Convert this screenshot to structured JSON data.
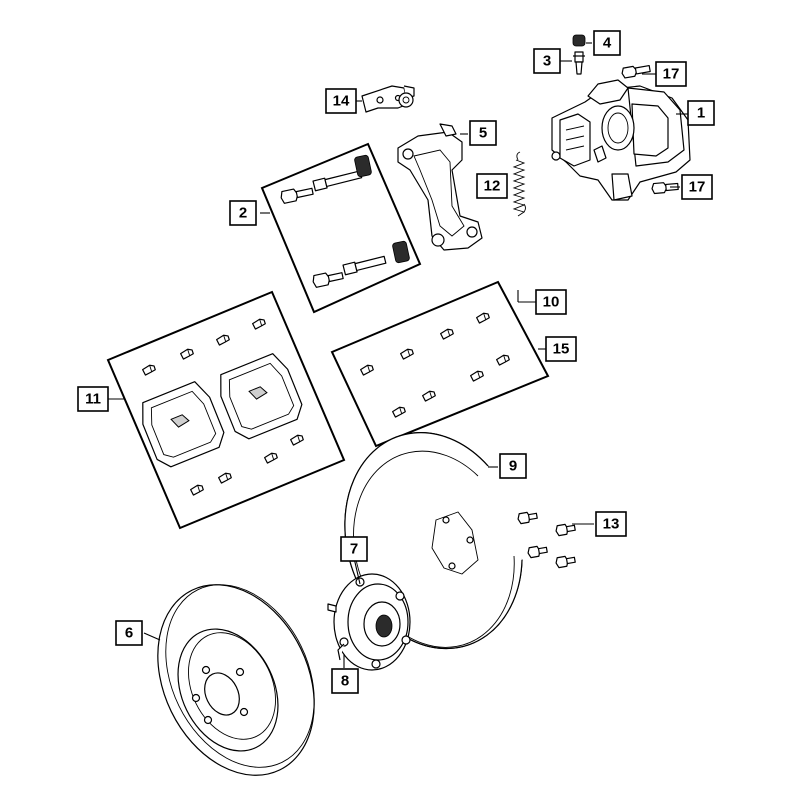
{
  "callouts": [
    {
      "id": "c1",
      "label": "1"
    },
    {
      "id": "c2",
      "label": "2"
    },
    {
      "id": "c3",
      "label": "3"
    },
    {
      "id": "c4",
      "label": "4"
    },
    {
      "id": "c5",
      "label": "5"
    },
    {
      "id": "c6",
      "label": "6"
    },
    {
      "id": "c7",
      "label": "7"
    },
    {
      "id": "c8",
      "label": "8"
    },
    {
      "id": "c9",
      "label": "9"
    },
    {
      "id": "c10",
      "label": "10"
    },
    {
      "id": "c11",
      "label": "11"
    },
    {
      "id": "c12",
      "label": "12"
    },
    {
      "id": "c13",
      "label": "13"
    },
    {
      "id": "c14",
      "label": "14"
    },
    {
      "id": "c15",
      "label": "15"
    },
    {
      "id": "c17a",
      "label": "17"
    },
    {
      "id": "c17b",
      "label": "17"
    }
  ],
  "colors": {
    "line": "#000000",
    "background": "#ffffff",
    "shade": "#cfcfcf"
  }
}
